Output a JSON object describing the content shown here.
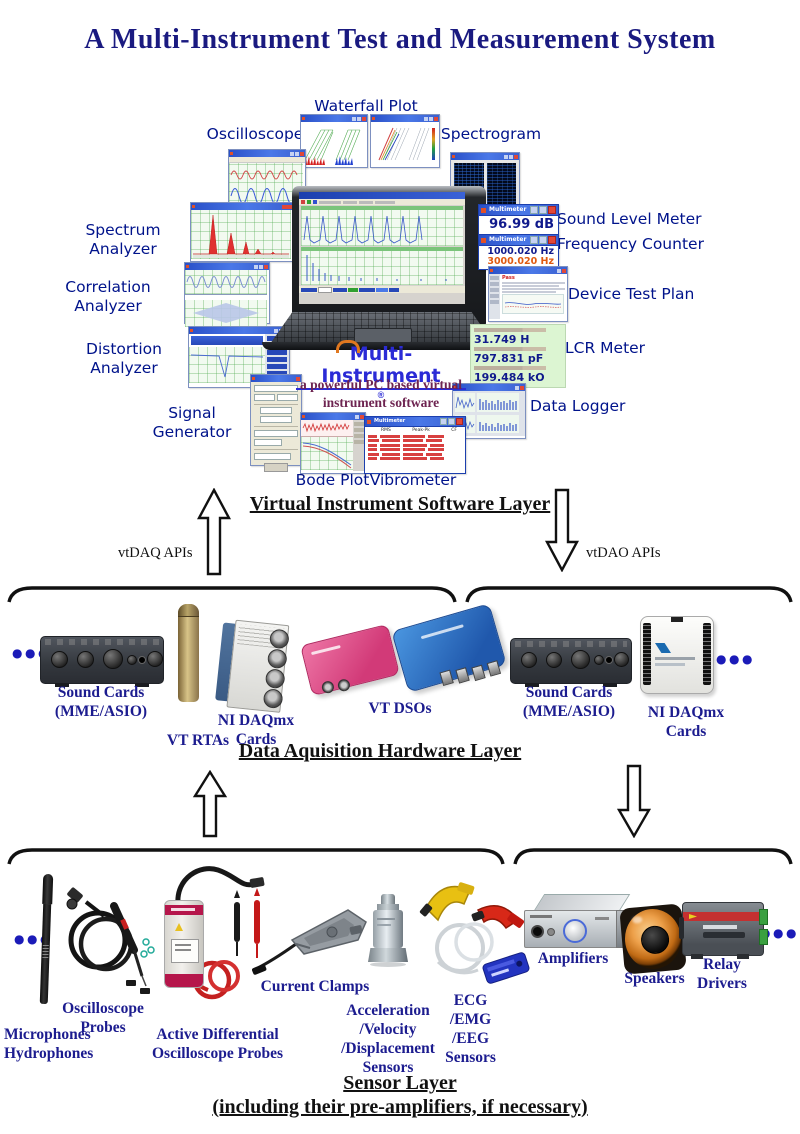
{
  "title": "A Multi-Instrument Test and Measurement System",
  "software_layer": {
    "heading": "Virtual Instrument Software Layer",
    "labels": {
      "waterfall_plot": "Waterfall Plot",
      "oscilloscope": "Oscilloscope",
      "spectrogram": "Spectrogram",
      "spectrum_analyzer": "Spectrum Analyzer",
      "correlation_analyzer": "Correlation Analyzer",
      "distortion_analyzer": "Distortion Analyzer",
      "signal_generator": "Signal Generator",
      "sound_level_meter": "Sound Level Meter",
      "frequency_counter": "Frequency Counter",
      "device_test_plan": "Device Test Plan",
      "lcr_meter": "LCR Meter",
      "data_logger": "Data Logger",
      "bode_plot": "Bode Plot",
      "vibrometer": "Vibrometer"
    },
    "logo": {
      "brand": "Multi-Instrument",
      "registered_mark": "®",
      "tagline": "a powerful PC based virtual\ninstrument software"
    },
    "readouts": {
      "multimeter_window_title": "Multimeter",
      "sound_level": "96.99 dB",
      "frequency_1": "1000.020 Hz",
      "frequency_2": "3000.020 Hz",
      "lcr_inductance": "31.749 H",
      "lcr_capacitance": "797.831 pF",
      "lcr_resistance": "199.484 kO",
      "test_plan_status": "Pass",
      "vibrometer_headers": [
        "RMS",
        "Peak-Pk",
        "CF"
      ]
    }
  },
  "apis": {
    "daq": "vtDAQ APIs",
    "dao": "vtDAO APIs"
  },
  "hardware_layer": {
    "heading": "Data Aquisition Hardware Layer",
    "ellipsis": "●●●",
    "labels": {
      "sound_cards_left": "Sound Cards\n(MME/ASIO)",
      "vt_rtas": "VT RTAs",
      "ni_daqmx_left": "NI DAQmx Cards",
      "vt_dsos": "VT DSOs",
      "sound_cards_right": "Sound Cards\n(MME/ASIO)",
      "ni_daqmx_right": "NI DAQmx Cards"
    }
  },
  "sensor_layer": {
    "heading": "Sensor Layer ",
    "heading_note": "(including their pre-amplifiers, if necessary)",
    "ellipsis": "●●●",
    "labels": {
      "microphones": "Microphones\nHydrophones",
      "oscilloscope_probes": "Oscilloscope\nProbes",
      "active_diff_probes": "Active Differential\nOscilloscope Probes",
      "current_clamps": "Current Clamps",
      "acceleration_sensors": "Acceleration\n/Velocity\n/Displacement\nSensors",
      "ecg_sensors": "ECG\n/EMG\n/EEG\nSensors",
      "amplifiers": "Amplifiers",
      "speakers": "Speakers",
      "relay_drivers": "Relay\nDrivers"
    }
  },
  "colors": {
    "title_navy": "#1a1a80",
    "sans_label_navy": "#00138b",
    "serif_label_navy": "#1c1c8f",
    "tagline_maroon": "#6e2451",
    "logo_blue": "#2b2bd6",
    "lcr_bg_green": "#dcf5d2",
    "frequency2_orange": "#e05a10",
    "meter_value_navy": "#101a8c"
  }
}
